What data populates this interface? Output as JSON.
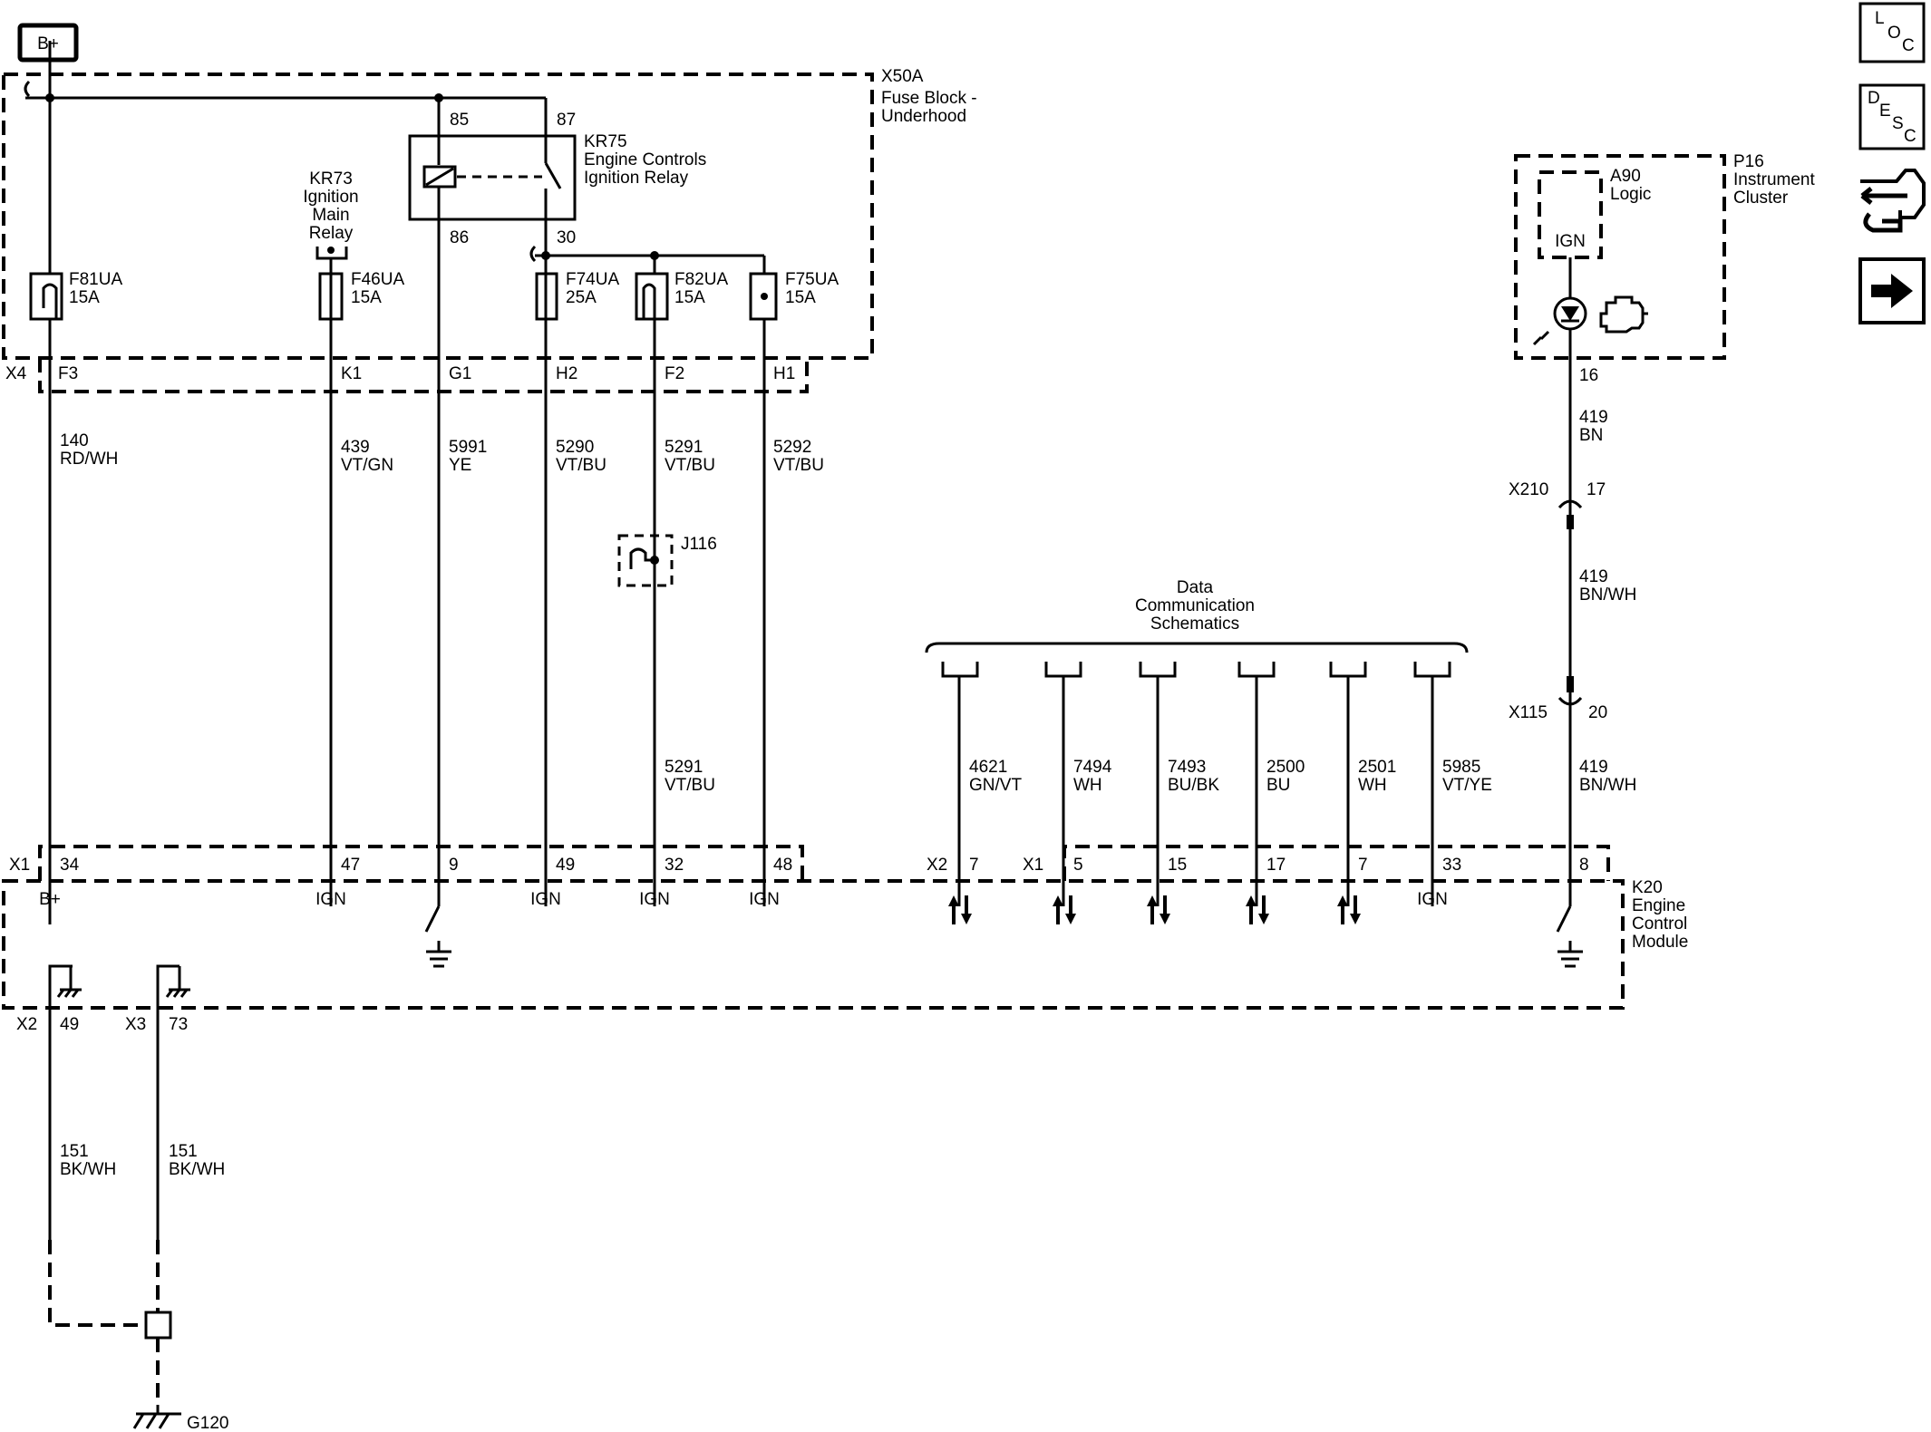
{
  "battery_label": "B+",
  "nav_buttons": {
    "loc": [
      "L",
      "O",
      "C"
    ],
    "desc": [
      "D",
      "E",
      "S",
      "C"
    ]
  },
  "fuse_block": {
    "id": "X50A",
    "name": [
      "Fuse Block -",
      "Underhood"
    ]
  },
  "relay_kr75": {
    "id": "KR75",
    "name": [
      "Engine Controls",
      "Ignition Relay"
    ],
    "pins": {
      "p85": "85",
      "p87": "87",
      "p86": "86",
      "p30": "30"
    }
  },
  "relay_kr73": {
    "id": "KR73",
    "name": [
      "Ignition",
      "Main",
      "Relay"
    ]
  },
  "fuses": [
    {
      "id": "F81UA",
      "rating": "15A"
    },
    {
      "id": "F46UA",
      "rating": "15A"
    },
    {
      "id": "F74UA",
      "rating": "25A"
    },
    {
      "id": "F82UA",
      "rating": "15A"
    },
    {
      "id": "F75UA",
      "rating": "15A"
    }
  ],
  "x4_connector": {
    "id": "X4",
    "pins": [
      "F3",
      "K1",
      "G1",
      "H2",
      "F2",
      "H1"
    ]
  },
  "wires_upper": [
    {
      "circuit": "140",
      "color": "RD/WH"
    },
    {
      "circuit": "439",
      "color": "VT/GN"
    },
    {
      "circuit": "5991",
      "color": "YE"
    },
    {
      "circuit": "5290",
      "color": "VT/BU"
    },
    {
      "circuit": "5291",
      "color": "VT/BU"
    },
    {
      "circuit": "5292",
      "color": "VT/BU"
    }
  ],
  "splice": {
    "id": "J116"
  },
  "wire_after_splice": {
    "circuit": "5291",
    "color": "VT/BU"
  },
  "data_comm": {
    "title": [
      "Data",
      "Communication",
      "Schematics"
    ],
    "wires": [
      {
        "circuit": "4621",
        "color": "GN/VT"
      },
      {
        "circuit": "7494",
        "color": "WH"
      },
      {
        "circuit": "7493",
        "color": "BU/BK"
      },
      {
        "circuit": "2500",
        "color": "BU"
      },
      {
        "circuit": "2501",
        "color": "WH"
      },
      {
        "circuit": "5985",
        "color": "VT/YE"
      }
    ]
  },
  "ecm_connectors": {
    "x1_left": {
      "id": "X1",
      "pins": [
        "34",
        "47",
        "9",
        "49",
        "32",
        "48"
      ]
    },
    "x2_data": {
      "id": "X2",
      "pin": "7"
    },
    "x1_data": {
      "id": "X1",
      "pins": [
        "5",
        "15",
        "17",
        "7",
        "33"
      ]
    },
    "x1_right_pin": "8"
  },
  "ecm_internal_labels": [
    "B+",
    "IGN",
    "IGN",
    "IGN",
    "IGN",
    "IGN"
  ],
  "ecm": {
    "id": "K20",
    "name": [
      "Engine",
      "Control",
      "Module"
    ]
  },
  "instrument_cluster": {
    "id": "P16",
    "name": [
      "Instrument",
      "Cluster"
    ],
    "logic_id": "A90",
    "logic_name": "Logic",
    "input_label": "IGN",
    "pin": "16"
  },
  "cluster_wires": [
    {
      "circuit": "419",
      "color": "BN"
    },
    {
      "circuit": "419",
      "color": "BN/WH"
    },
    {
      "circuit": "419",
      "color": "BN/WH"
    }
  ],
  "inline_connectors": [
    {
      "id": "X210",
      "pin": "17"
    },
    {
      "id": "X115",
      "pin": "20"
    }
  ],
  "ground_connectors": [
    {
      "id": "X2",
      "pin": "49"
    },
    {
      "id": "X3",
      "pin": "73"
    }
  ],
  "ground_wires": [
    {
      "circuit": "151",
      "color": "BK/WH"
    },
    {
      "circuit": "151",
      "color": "BK/WH"
    }
  ],
  "ground": {
    "id": "G120"
  }
}
